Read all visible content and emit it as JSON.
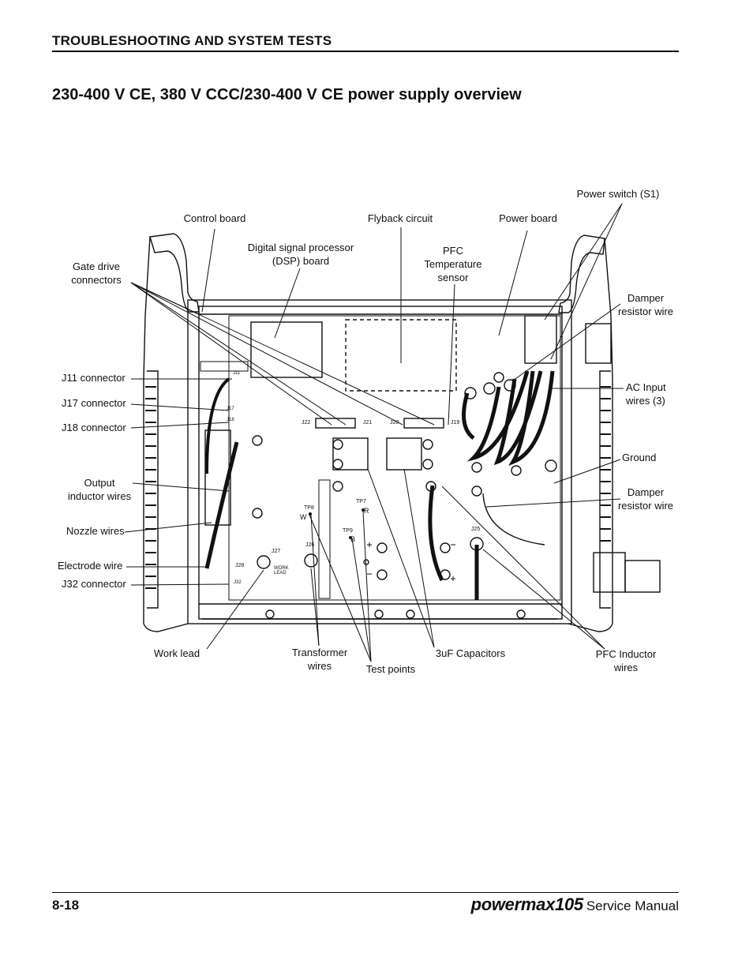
{
  "header": {
    "section": "TROUBLESHOOTING AND SYSTEM TESTS",
    "title": "230-400 V CE, 380 V CCC/230-400 V CE power supply overview"
  },
  "callouts": {
    "control_board": "Control board",
    "flyback_circuit": "Flyback circuit",
    "power_board": "Power board",
    "power_switch": "Power switch (S1)",
    "dsp_line1": "Digital signal processor",
    "dsp_line2": "(DSP) board",
    "pfc_line1": "PFC",
    "pfc_line2": "Temperature",
    "pfc_line3": "sensor",
    "gate_drive_line1": "Gate drive",
    "gate_drive_line2": "connectors",
    "damper_top_line1": "Damper",
    "damper_top_line2": "resistor wire",
    "j11": "J11 connector",
    "j17": "J17 connector",
    "j18": "J18 connector",
    "ac_input_line1": "AC Input",
    "ac_input_line2": "wires (3)",
    "ground": "Ground",
    "output_line1": "Output",
    "output_line2": "inductor wires",
    "damper_bot_line1": "Damper",
    "damper_bot_line2": "resistor wire",
    "nozzle": "Nozzle wires",
    "electrode": "Electrode wire",
    "j32": "J32 connector",
    "work_lead": "Work lead",
    "transformer_line1": "Transformer",
    "transformer_line2": "wires",
    "test_points": "Test points",
    "capacitors": "3uF Capacitors",
    "pfc_inductor_line1": "PFC Inductor",
    "pfc_inductor_line2": "wires"
  },
  "board_marks": {
    "j22": "J22",
    "j21": "J21",
    "j20": "J20",
    "j19": "J19",
    "tp8": "TP8",
    "tp7": "TP7",
    "tp9": "TP9",
    "w": "W",
    "r": "R",
    "b": "B",
    "j26": "J26",
    "j27": "J27",
    "j28": "J28",
    "j25": "J25",
    "work_lead_mark_1": "WORK",
    "work_lead_mark_2": "LEAD",
    "j11_mark": "J11",
    "j17_mark": "J17",
    "j18_mark": "J18",
    "j32_mark": "J32"
  },
  "footer": {
    "page_number": "8-18",
    "brand": "powermax",
    "model": "105",
    "manual": "Service Manual"
  }
}
